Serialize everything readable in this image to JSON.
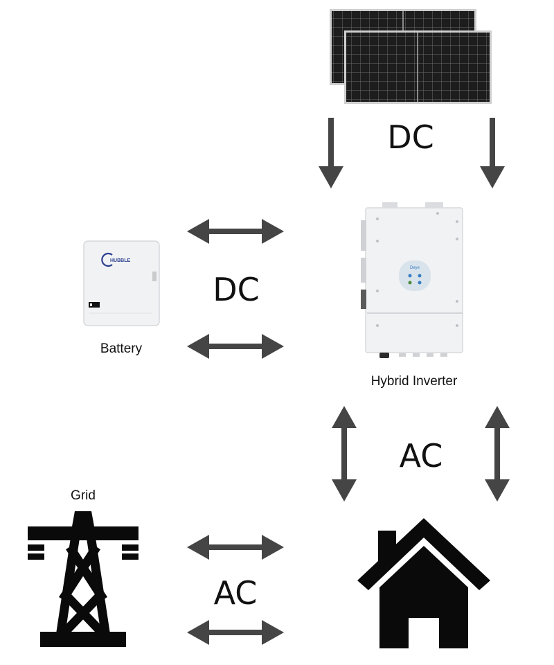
{
  "labels": {
    "solar_link": "DC",
    "battery_link": "DC",
    "house_link": "AC",
    "grid_link": "AC",
    "battery": "Battery",
    "inverter": "Hybrid Inverter",
    "grid": "Grid",
    "battery_brand": "HUBBLE",
    "inverter_brand": "Deye"
  },
  "colors": {
    "arrow": "#454545",
    "icon": "#0a0a0a",
    "panel": "#1a1a1a",
    "panel_frame": "#b9b9b9",
    "device_body": "#f1f2f4",
    "battery_logo": "#2c3f8f",
    "inverter_accent": "#3a7fc1"
  },
  "icons": {
    "solar": "solar-panels",
    "battery": "battery-unit",
    "inverter": "hybrid-inverter",
    "grid": "transmission-tower",
    "house": "house"
  }
}
